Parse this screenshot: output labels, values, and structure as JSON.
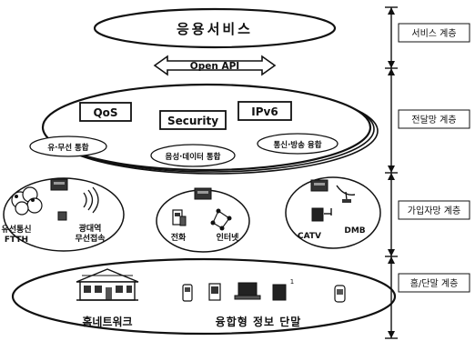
{
  "app_service": "응용서비스",
  "open_api": "Open API",
  "transport": {
    "qos": "QoS",
    "security": "Security",
    "ipv6": "IPv6",
    "wired_wireless": "유·무선 통합",
    "voice_data": "음성·데이터 통합",
    "telecom_broadcast": "통신·방송 융합"
  },
  "subscriber": {
    "wired_ftth_line1": "유선통신",
    "wired_ftth_line2": "FTTH",
    "broadband_wireless_line1": "광대역",
    "broadband_wireless_line2": "무선접속",
    "phone": "전화",
    "internet": "인터넷",
    "catv": "CATV",
    "dmb": "DMB"
  },
  "home_terminal": {
    "home_network": "홈네트워크",
    "converged_terminal": "융합형 정보 단말",
    "small_mark": "1"
  },
  "layers": [
    "서비스 계층",
    "전달망 계층",
    "가입자망 계층",
    "홈/단말 계층"
  ]
}
